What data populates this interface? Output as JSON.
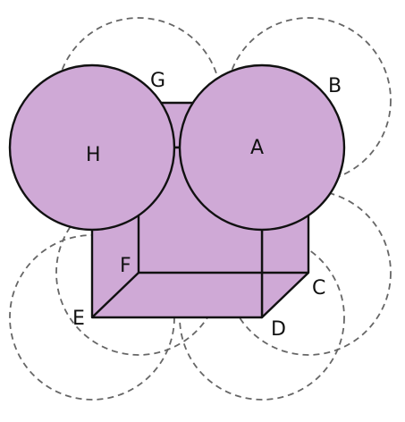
{
  "colors": {
    "fill": "#cfa9d6",
    "stroke": "#111111",
    "dashed": "#666666",
    "background": "#ffffff"
  },
  "labels": {
    "A": "A",
    "B": "B",
    "C": "C",
    "D": "D",
    "E": "E",
    "F": "F",
    "G": "G",
    "H": "H"
  },
  "solid_spheres": [
    "A",
    "H"
  ],
  "dashed_spheres": [
    "B",
    "C",
    "D",
    "E",
    "F",
    "G"
  ]
}
